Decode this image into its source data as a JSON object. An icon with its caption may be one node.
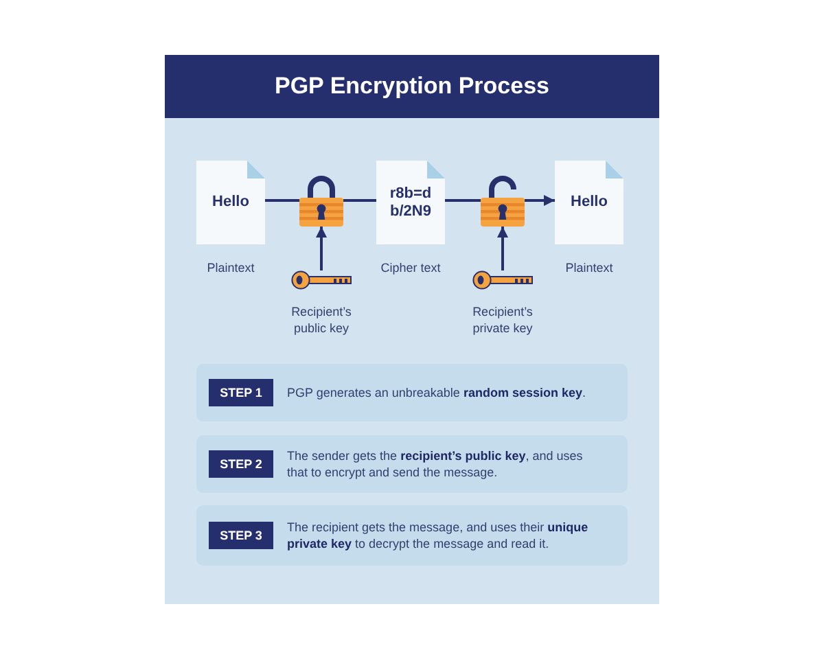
{
  "diagram": {
    "title": "PGP Encryption Process",
    "nodes": [
      {
        "text": [
          "Hello"
        ],
        "beside": [
          "Plaintext"
        ]
      },
      {
        "text": [],
        "shape": "picture"
      },
      {
        "text": [
          "r8b=d b/2N9"
        ],
        "beside": [
          "Cipher text"
        ]
      },
      {
        "text": [],
        "shape": "picture"
      },
      {
        "text": [
          "Hello"
        ],
        "beside": [
          "Plaintext"
        ]
      },
      {
        "text": [],
        "shape": "picture",
        "beside": [
          "Recipient’s public key"
        ]
      },
      {
        "text": [],
        "shape": "picture",
        "beside": [
          "Recipient’s private key"
        ]
      },
      {
        "text": [
          "PGP generates an unbreakable **random session key**."
        ]
      },
      {
        "text": [
          "STEP 1"
        ],
        "in": 7
      },
      {
        "text": [
          "The sender gets the **recipient’s public key**, and uses that to encrypt and send the message."
        ]
      },
      {
        "text": [
          "STEP 2"
        ],
        "in": 9
      },
      {
        "text": [
          "The recipient gets the message, and uses their **unique private key** to decrypt the message and read it."
        ]
      },
      {
        "text": [
          "STEP 3"
        ],
        "in": 11
      }
    ],
    "edges": [
      {
        "from": 0,
        "to": 1,
        "arrow": "none"
      },
      {
        "from": 1,
        "to": 2,
        "arrow": "none"
      },
      {
        "from": 2,
        "to": 3,
        "arrow": "none"
      },
      {
        "from": 3,
        "to": 4,
        "arrow": "to"
      },
      {
        "from": 5,
        "to": 1,
        "arrow": "to"
      },
      {
        "from": 6,
        "to": 3,
        "arrow": "to"
      }
    ]
  }
}
